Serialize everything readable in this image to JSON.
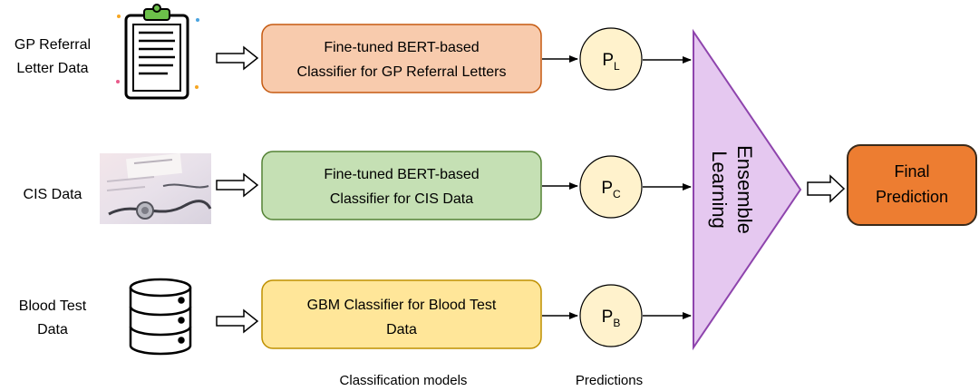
{
  "inputs": {
    "gp": {
      "line1": "GP Referral",
      "line2": "Letter Data"
    },
    "cis": {
      "label": "CIS Data"
    },
    "blood": {
      "line1": "Blood Test",
      "line2": "Data"
    }
  },
  "classifiers": {
    "gp": {
      "line1": "Fine-tuned BERT-based",
      "line2": "Classifier for GP Referral Letters",
      "fill": "#F8CBAD",
      "stroke": "#C55A11"
    },
    "cis": {
      "line1": "Fine-tuned BERT-based",
      "line2": "Classifier for CIS Data",
      "fill": "#C5E0B4",
      "stroke": "#548235"
    },
    "blood": {
      "line1": "GBM Classifier for Blood Test",
      "line2": "Data",
      "fill": "#FFE699",
      "stroke": "#BF9000"
    }
  },
  "predictions": {
    "gp": {
      "letter": "P",
      "sub": "L"
    },
    "cis": {
      "letter": "P",
      "sub": "C"
    },
    "blood": {
      "letter": "P",
      "sub": "B"
    },
    "fill": "#FFF2CC"
  },
  "ensemble": {
    "line1": "Ensemble",
    "line2": "Learning",
    "fill": "#E5C8F0",
    "stroke": "#8E44AD"
  },
  "final": {
    "line1": "Final",
    "line2": "Prediction",
    "fill": "#ED7D31",
    "stroke": "#3A2A1A"
  },
  "captions": {
    "models": "Classification models",
    "predictions": "Predictions"
  }
}
